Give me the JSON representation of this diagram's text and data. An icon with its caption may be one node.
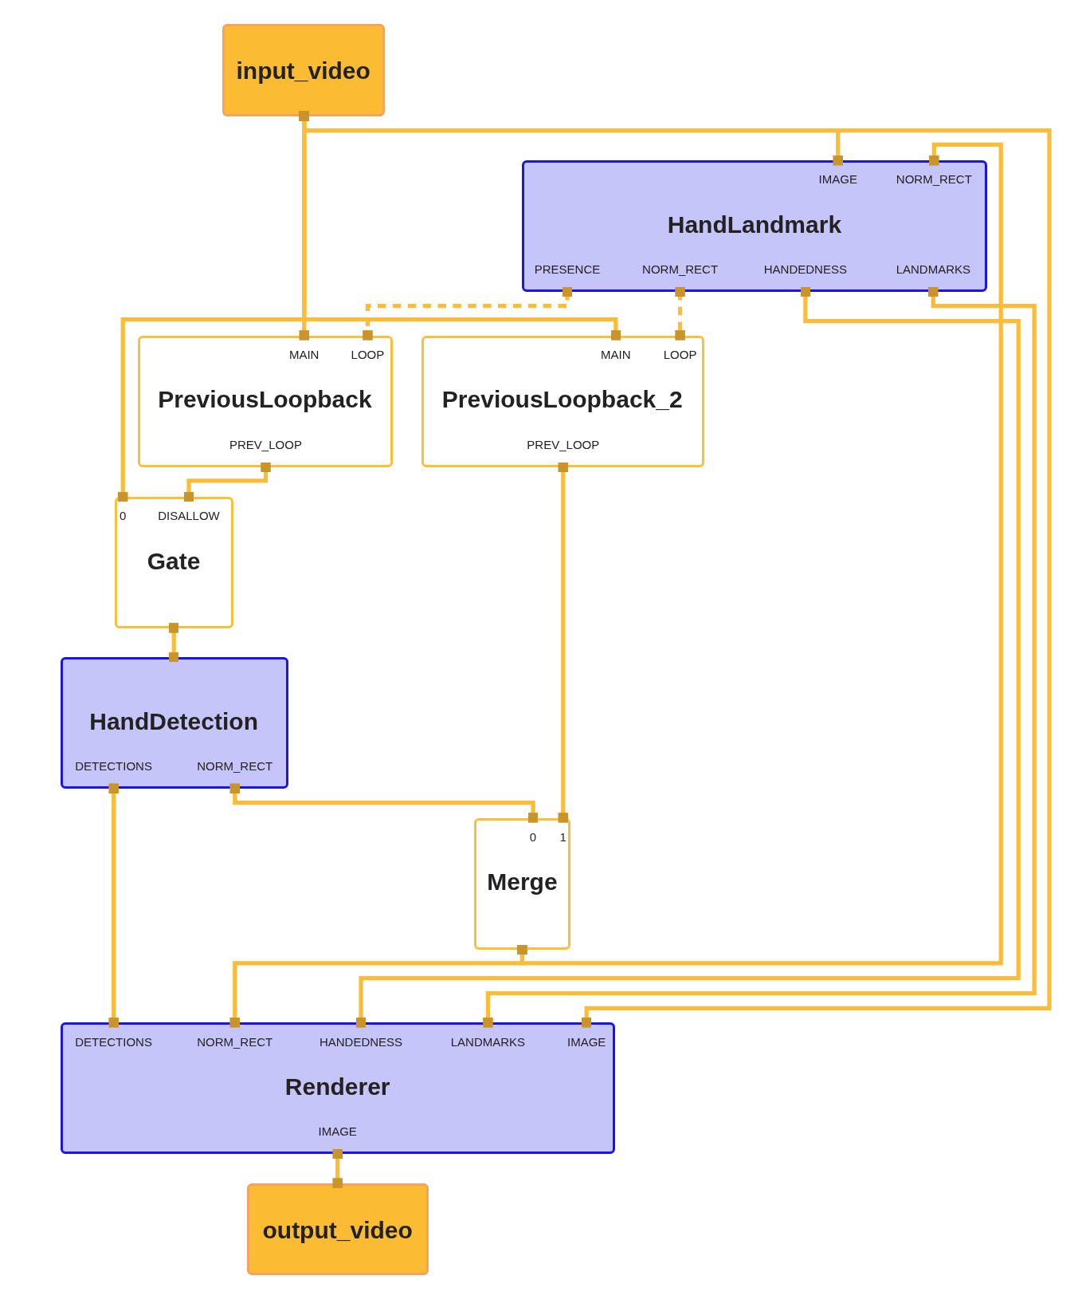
{
  "diagram": {
    "nodes": [
      {
        "text": [
          "input_video"
        ]
      },
      {
        "text": [
          "IMAGE",
          "NORM_RECT",
          "HandLandmark",
          "PRESENCE",
          "NORM_RECT",
          "HANDEDNESS",
          "LANDMARKS"
        ]
      },
      {
        "text": [
          "MAIN",
          "LOOP",
          "PreviousLoopback",
          "PREV_LOOP"
        ]
      },
      {
        "text": [
          "MAIN",
          "LOOP",
          "PreviousLoopback_2",
          "PREV_LOOP"
        ]
      },
      {
        "text": [
          "0",
          "DISALLOW",
          "Gate"
        ]
      },
      {
        "text": [
          "HandDetection",
          "DETECTIONS",
          "NORM_RECT"
        ]
      },
      {
        "text": [
          "0",
          "1",
          "Merge"
        ]
      },
      {
        "text": [
          "DETECTIONS",
          "NORM_RECT",
          "HANDEDNESS",
          "LANDMARKS",
          "IMAGE",
          "Renderer",
          "IMAGE"
        ]
      },
      {
        "text": [
          "output_video"
        ]
      }
    ],
    "edges": [
      {
        "from": 0,
        "to": 2,
        "arrow": "other"
      },
      {
        "from": 0,
        "to": 4,
        "arrow": "other"
      },
      {
        "from": 0,
        "to": 3,
        "arrow": "other"
      },
      {
        "from": 0,
        "to": 1,
        "arrow": "other"
      },
      {
        "from": 0,
        "to": 7,
        "arrow": "other"
      },
      {
        "from": 1,
        "to": 2,
        "arrow": "other",
        "style": "dashed"
      },
      {
        "from": 1,
        "to": 3,
        "arrow": "other",
        "style": "dashed"
      },
      {
        "from": 1,
        "to": 7,
        "arrow": "other"
      },
      {
        "from": 1,
        "to": 7,
        "arrow": "other"
      },
      {
        "from": 2,
        "to": 4,
        "arrow": "other"
      },
      {
        "from": 3,
        "to": 6,
        "arrow": "other"
      },
      {
        "from": 4,
        "to": 5,
        "arrow": "other"
      },
      {
        "from": 5,
        "to": 7,
        "arrow": "other"
      },
      {
        "from": 5,
        "to": 6,
        "arrow": "other"
      },
      {
        "from": 6,
        "to": 7,
        "arrow": "other"
      },
      {
        "from": 6,
        "to": 1,
        "arrow": "other"
      },
      {
        "from": 7,
        "to": 8,
        "arrow": "other"
      }
    ]
  }
}
